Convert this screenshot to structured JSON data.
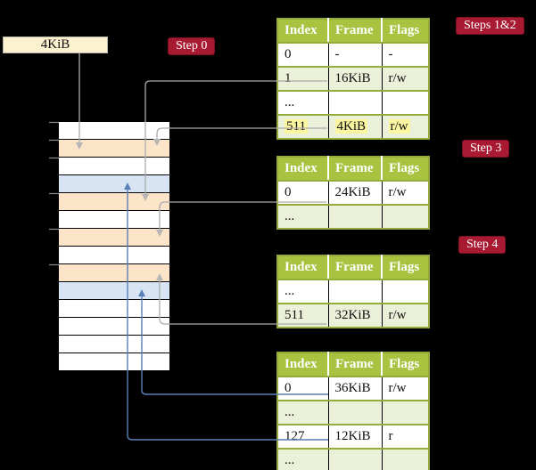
{
  "legend_box": {
    "label": "4KiB"
  },
  "badges": {
    "step0": "Step 0",
    "steps12": "Steps 1&2",
    "step3": "Step 3",
    "step4": "Step 4"
  },
  "colors": {
    "olive": "#94ac39",
    "header-green": "#a9c23f",
    "shade-green": "#ebf0d9",
    "peach": "#fce4c9",
    "fblue": "#d7e4f4",
    "hl-yellow": "#fbf6a0",
    "badge-red": "#a81a31",
    "box-cream": "#fcf2cf",
    "arrow-gray": "#ababab",
    "arrow-blue": "#5b7fb7"
  },
  "memory": {
    "rows": [
      "white",
      "peach",
      "white",
      "blue",
      "peach",
      "white",
      "peach",
      "white",
      "peach",
      "blue",
      "white",
      "white",
      "white",
      "white"
    ]
  },
  "tables": [
    {
      "name": "table-steps-1-2",
      "header": [
        "Index",
        "Frame",
        "Flags"
      ],
      "rows": [
        {
          "cells": [
            "0",
            "-",
            "-"
          ]
        },
        {
          "cells": [
            "1",
            "16KiB",
            "r/w"
          ]
        },
        {
          "cells": [
            "...",
            "",
            ""
          ]
        },
        {
          "cells": [
            "511",
            "4KiB",
            "r/w"
          ]
        }
      ]
    },
    {
      "name": "table-step-3",
      "header": [
        "Index",
        "Frame",
        "Flags"
      ],
      "rows": [
        {
          "cells": [
            "0",
            "24KiB",
            "r/w"
          ]
        },
        {
          "cells": [
            "...",
            "",
            ""
          ]
        }
      ]
    },
    {
      "name": "table-step-4",
      "header": [
        "Index",
        "Frame",
        "Flags"
      ],
      "rows": [
        {
          "cells": [
            "...",
            "",
            ""
          ]
        },
        {
          "cells": [
            "511",
            "32KiB",
            "r/w"
          ]
        }
      ]
    },
    {
      "name": "table-final",
      "header": [
        "Index",
        "Frame",
        "Flags"
      ],
      "rows": [
        {
          "cells": [
            "0",
            "36KiB",
            "r/w"
          ]
        },
        {
          "cells": [
            "...",
            "",
            ""
          ]
        },
        {
          "cells": [
            "127",
            "12KiB",
            "r"
          ]
        },
        {
          "cells": [
            "...",
            "",
            ""
          ]
        }
      ]
    }
  ]
}
